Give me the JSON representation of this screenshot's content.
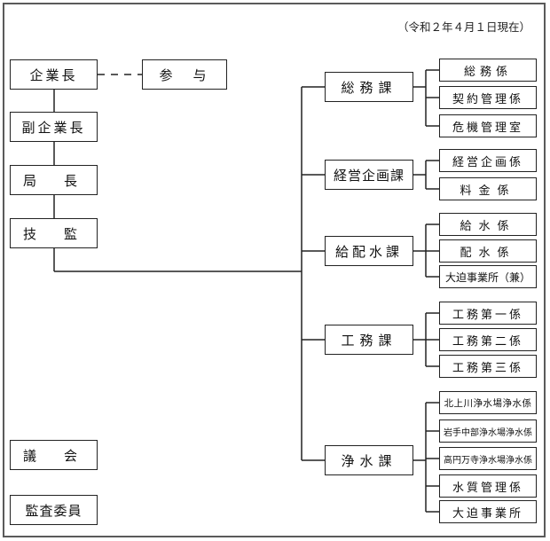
{
  "date": "（令和２年４月１日現在）",
  "left": {
    "ceo": "企業長",
    "sanyo": "参　与",
    "vice_ceo": "副企業長",
    "director": "局　長",
    "engineer": "技　監",
    "assembly": "議　会",
    "auditors": "監査委員"
  },
  "divisions": [
    {
      "name": "総務課",
      "sections": [
        "総務係",
        "契約管理係",
        "危機管理室"
      ]
    },
    {
      "name": "経営企画課",
      "sections": [
        "経営企画係",
        "料金係"
      ]
    },
    {
      "name": "給配水課",
      "sections": [
        "給水係",
        "配水係",
        "大迫事業所（兼）"
      ]
    },
    {
      "name": "工務課",
      "sections": [
        "工務第一係",
        "工務第二係",
        "工務第三係"
      ]
    },
    {
      "name": "浄水課",
      "sections": [
        "北上川浄水場浄水係",
        "岩手中部浄水場浄水係",
        "高円万寺浄水場浄水係",
        "水質管理係",
        "大迫事業所"
      ]
    }
  ]
}
